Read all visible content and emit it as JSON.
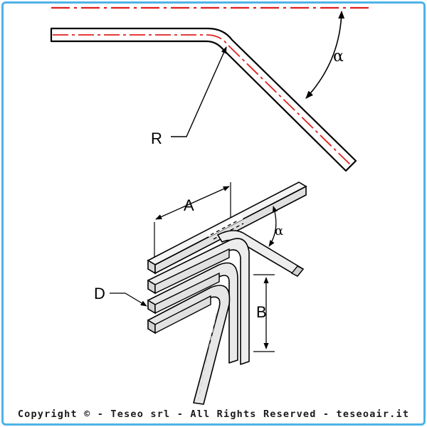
{
  "diagram": {
    "top_figure": {
      "angle_label": "α",
      "radius_label": "R"
    },
    "bottom_figure": {
      "length_label": "A",
      "angle_label": "α",
      "leg_label": "B",
      "diameter_label": "D"
    }
  },
  "footer": {
    "copyright": "Copyright © - Teseo srl - All Rights Reserved - teseoair.it"
  },
  "colors": {
    "frame_border": "#4fb3e6",
    "center_line": "#e0201f",
    "outline": "#000000",
    "rod_fill": "#e6e6e6"
  }
}
